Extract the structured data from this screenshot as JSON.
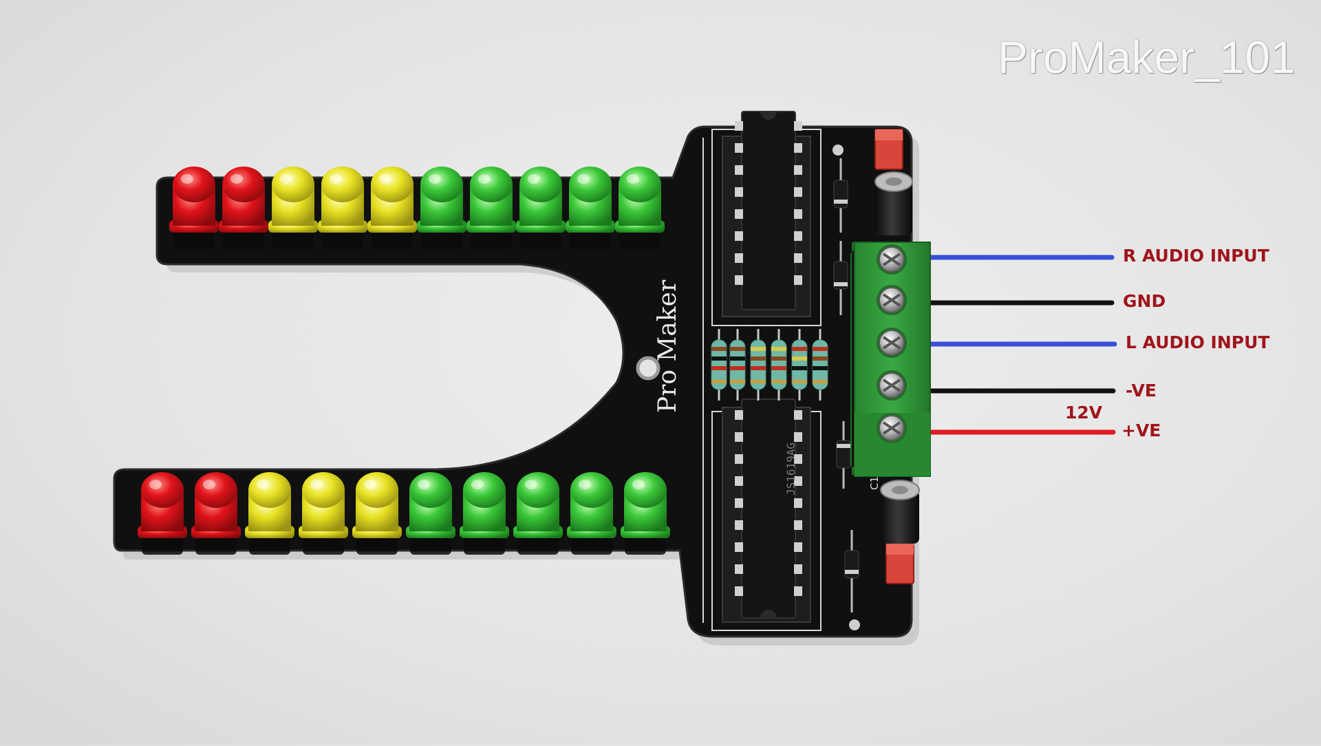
{
  "watermark": {
    "text": "ProMaker_101"
  },
  "board": {
    "silkscreen_text": "Pro Maker",
    "capacitor_label": "C1",
    "ic_marking": "JS1619AG"
  },
  "connections": {
    "voltage_label": "12V",
    "terminals": [
      {
        "label": "R AUDIO INPUT",
        "wire_color": "#3a4fd8"
      },
      {
        "label": "GND",
        "wire_color": "#111111"
      },
      {
        "label": "L AUDIO INPUT",
        "wire_color": "#3a4fd8"
      },
      {
        "label": "-VE",
        "wire_color": "#111111"
      },
      {
        "label": "+VE",
        "wire_color": "#e01a24"
      }
    ]
  },
  "led_rows": {
    "top": [
      "red",
      "red",
      "yellow",
      "yellow",
      "yellow",
      "green",
      "green",
      "green",
      "green",
      "green"
    ],
    "bottom": [
      "red",
      "red",
      "yellow",
      "yellow",
      "yellow",
      "green",
      "green",
      "green",
      "green",
      "green"
    ]
  },
  "colors": {
    "background": "#e6e6e6",
    "pcb": "#101010",
    "terminal_block": "#2f9a3c",
    "label_text": "#a0141c",
    "led_red": "#d8141a",
    "led_yellow": "#e6e020",
    "led_green": "#3cc23a"
  }
}
